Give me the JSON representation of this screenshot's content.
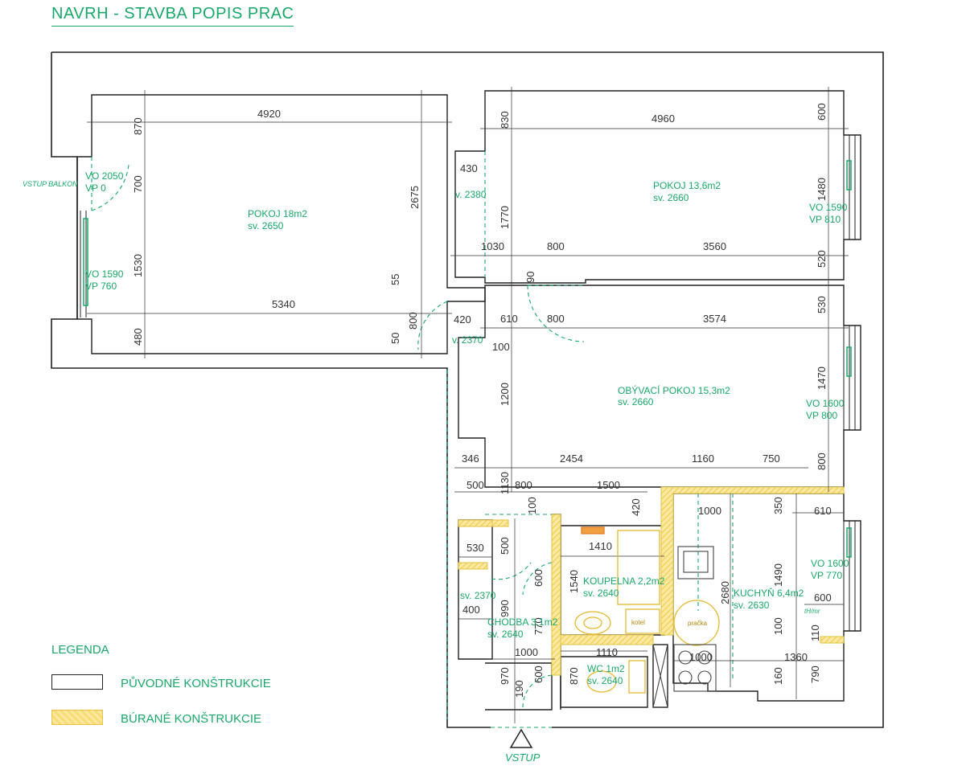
{
  "title": "NAVRH - STAVBA POPIS PRAC",
  "colors": {
    "wall": "#222222",
    "label": "#1aa86a",
    "demolished": "#f2d25c",
    "dimension": "#333333"
  },
  "rooms": [
    {
      "name": "POKOJ 18m2",
      "height": "sv. 2650"
    },
    {
      "name": "POKOJ 13,6m2",
      "height": "sv. 2660"
    },
    {
      "name": "OBÝVACÍ POKOJ 15,3m2",
      "height": "sv. 2660"
    },
    {
      "name": "KOUPELNA 2,2m2",
      "height": "sv. 2640"
    },
    {
      "name": "CHODBA 3,1m2",
      "height": "sv. 2640"
    },
    {
      "name": "KUCHYŇ 6,4m2",
      "height": "sv. 2630"
    },
    {
      "name": "WC 1m2",
      "height": "sv. 2640"
    }
  ],
  "openings": [
    {
      "vo": "VO 2050",
      "vp": "VP 0"
    },
    {
      "vo": "VO 1590",
      "vp": "VP 760"
    },
    {
      "vo": "VO 1590",
      "vp": "VP 810"
    },
    {
      "vo": "VO 1600",
      "vp": "VP 800"
    },
    {
      "vo": "VO 1600",
      "vp": "VP 770"
    }
  ],
  "door_heights": [
    "v. 2380",
    "v. 2370",
    "sv. 2370"
  ],
  "balcony_label": "VSTUP BALKON",
  "entry_label": "VSTUP",
  "dims": {
    "d4920": "4920",
    "d870": "870",
    "d700": "700",
    "d1530": "1530",
    "d480": "480",
    "d2675": "2675",
    "d5340": "5340",
    "d55": "55",
    "d50": "50",
    "d800a": "800",
    "d420a": "420",
    "d4960": "4960",
    "d830": "830",
    "d600a": "600",
    "d430": "430",
    "d1770": "1770",
    "d1480": "1480",
    "d1030": "1030",
    "d800b": "800",
    "d3560": "3560",
    "d520": "520",
    "d90": "90",
    "d610a": "610",
    "d800c": "800",
    "d3574": "3574",
    "d530a": "530",
    "d100a": "100",
    "d1200": "1200",
    "d1470": "1470",
    "d346": "346",
    "d2454": "2454",
    "d1160": "1160",
    "d750": "750",
    "d800d": "800",
    "d500a": "500",
    "d1130": "1130",
    "d800e": "800",
    "d1500": "1500",
    "d420b": "420",
    "d100b": "100",
    "d1000a": "1000",
    "d350": "350",
    "d610b": "610",
    "d530b": "530",
    "d500b": "500",
    "d1410": "1410",
    "d600b": "600",
    "d1540": "1540",
    "d2680": "2680",
    "d1490": "1490",
    "d600c": "600",
    "d990": "990",
    "d400": "400",
    "d770": "770",
    "d100c": "100",
    "d110": "110",
    "d1000b": "1000",
    "d1110": "1110",
    "d1000c": "1000",
    "d1360": "1360",
    "d970": "970",
    "d190": "190",
    "d600d": "600",
    "d870b": "870",
    "d160": "160",
    "d790": "790"
  },
  "fixtures": {
    "kotel": "kotel",
    "pracka": "pračka",
    "hood": "tH/mr"
  },
  "legend": {
    "title": "LEGENDA",
    "original": "PŮVODNÉ KONŠTRUKCIE",
    "demolished": "BÚRANÉ KONŠTRUKCIE"
  }
}
